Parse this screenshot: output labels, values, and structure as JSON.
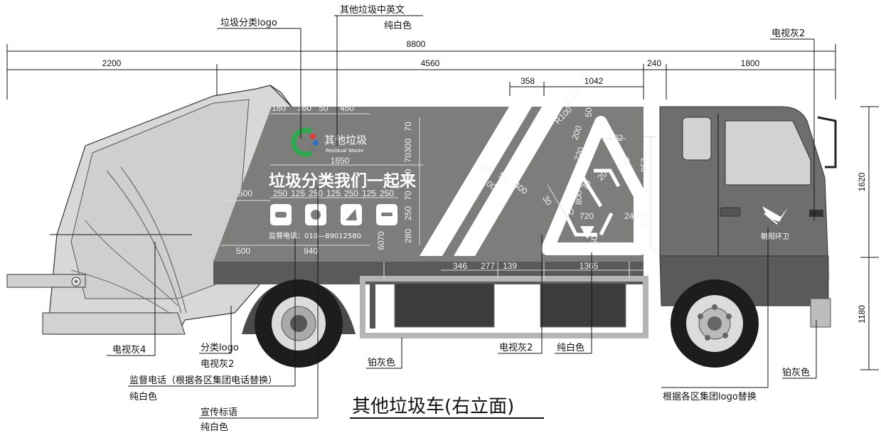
{
  "title": "其他垃圾车(右立面)",
  "annotations": {
    "logo_callout": "垃圾分类logo",
    "text_callout": "其他垃圾中英文",
    "text_color": "纯白色",
    "tv_gray_2_top": "电视灰2",
    "tv_gray_4": "电视灰4",
    "class_logo": "分类logo",
    "class_logo_color": "电视灰2",
    "phone_callout": "监督电话（根据各区集团电话替换）",
    "phone_color": "纯白色",
    "slogan_callout": "宣传标语",
    "slogan_color": "纯白色",
    "platinum_1": "铂灰色",
    "tv_gray_2_mid": "电视灰2",
    "pure_white": "纯白色",
    "group_logo": "根据各区集团logo替换",
    "platinum_2": "铂灰色"
  },
  "dimensions": {
    "total": "8800",
    "seg1": "2200",
    "seg2": "4560",
    "seg3": "240",
    "seg4": "1800",
    "d358": "358",
    "d1042": "1042",
    "r160": "R160",
    "r100": "R100",
    "d50a": "50",
    "d200": "200",
    "d602": "602",
    "d220": "220",
    "d952": "952",
    "d20": "20",
    "d130": "130",
    "d70": "70",
    "d160": "160",
    "d50b": "50",
    "d400": "400",
    "d100": "100",
    "d30": "30",
    "d800": "800",
    "d120": "120",
    "d720": "720",
    "d243": "243",
    "d210": "210",
    "d28": "28",
    "d50c": "50",
    "h1620": "1620",
    "h1180": "1180",
    "p180": "180",
    "p360": "360",
    "p50": "50",
    "p450": "450",
    "p70a": "70",
    "p300": "300",
    "p70b": "70",
    "p130": "130",
    "p1650": "1650",
    "p500a": "500",
    "p250a": "250",
    "p125a": "125",
    "p250b": "250",
    "p125b": "125",
    "p250c": "250",
    "p125c": "125",
    "p250d": "250",
    "p250e": "250",
    "p70c": "70",
    "p280": "280",
    "p70d": "70",
    "p60": "60",
    "p500b": "500",
    "p940": "940",
    "b346": "346",
    "b277": "277",
    "b139": "139",
    "b1365": "1365"
  },
  "vehicle_text": {
    "cat_cn": "其他垃圾",
    "cat_en": "Residual Waste",
    "slogan": "垃圾分类我们一起来",
    "phone": "监督电话：010—89012580",
    "brand": "朝阳环卫"
  },
  "colors": {
    "tv_gray_2": "#7d7e7c",
    "tv_gray_4": "#d6d6d6",
    "platinum": "#bdbdbd",
    "white": "#ffffff",
    "cab": "#6e6e6e",
    "logo_green": "#2fa84f",
    "logo_red": "#d93a3a",
    "logo_blue": "#2d6fc0",
    "logo_gray": "#777777"
  }
}
